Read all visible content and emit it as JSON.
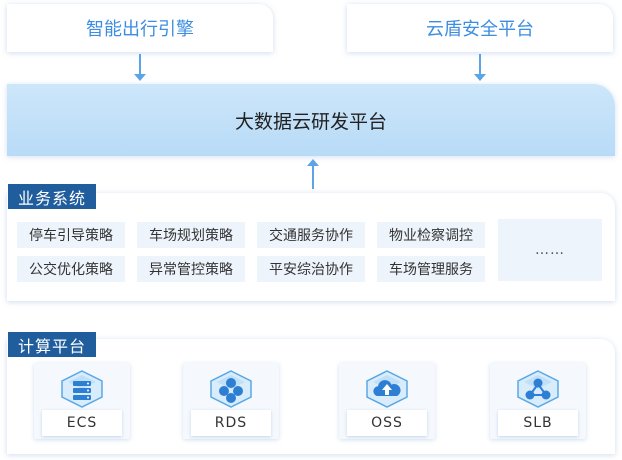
{
  "top": {
    "left_title": "智能出行引擎",
    "right_title": "云盾安全平台"
  },
  "platform": {
    "title": "大数据云研发平台"
  },
  "business": {
    "tag": "业务系统",
    "strategies": [
      "停车引导策略",
      "车场规划策略",
      "交通服务协作",
      "物业检察调控",
      "公交优化策略",
      "异常管控策略",
      "平安综治协作",
      "车场管理服务"
    ],
    "more": "……"
  },
  "compute": {
    "tag": "计算平台",
    "services": [
      {
        "label": "ECS",
        "icon": "server-stack-icon"
      },
      {
        "label": "RDS",
        "icon": "database-cluster-icon"
      },
      {
        "label": "OSS",
        "icon": "cloud-upload-icon"
      },
      {
        "label": "SLB",
        "icon": "load-balancer-network-icon"
      }
    ]
  },
  "colors": {
    "accent": "#3d8ee0",
    "arrow": "#5ba4e8",
    "tag_bg": "#1f5d9c",
    "platform_bg": "#c4e1f8",
    "item_bg": "#edf4fb"
  }
}
